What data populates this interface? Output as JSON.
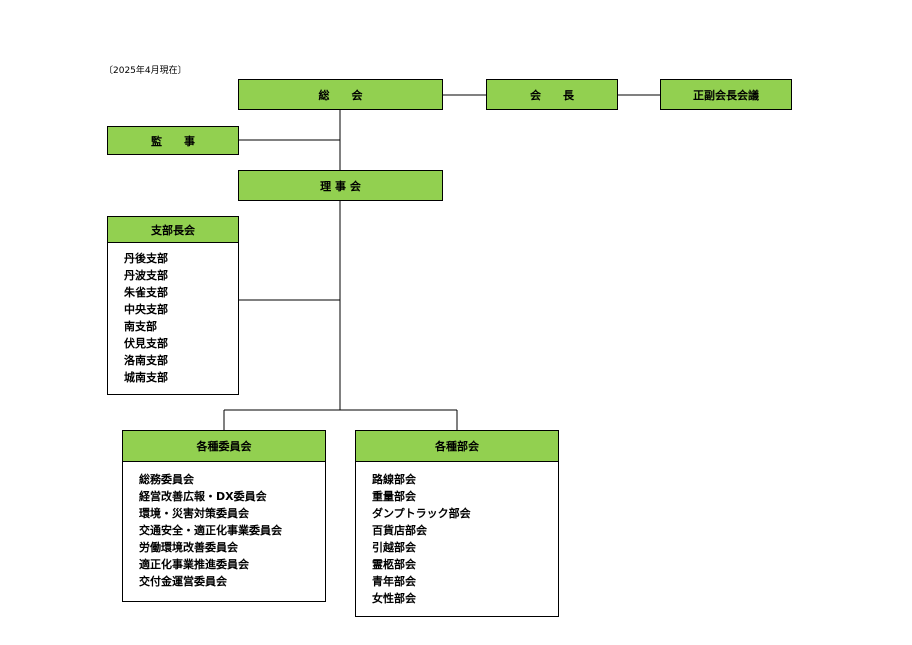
{
  "date_note": "〔2025年4月現在〕",
  "general_assembly": "総　　会",
  "chairman": "会　　長",
  "vice_chair_meeting": "正副会長会議",
  "auditor": "監　　事",
  "board": "理 事 会",
  "branch_council": {
    "title": "支部長会",
    "items": [
      "丹後支部",
      "丹波支部",
      "朱雀支部",
      "中央支部",
      "南支部",
      "伏見支部",
      "洛南支部",
      "城南支部"
    ]
  },
  "committees": {
    "title": "各種委員会",
    "items": [
      "総務委員会",
      "経営改善広報・DX委員会",
      "環境・災害対策委員会",
      "交通安全・適正化事業委員会",
      "労働環境改善委員会",
      "適正化事業推進委員会",
      "交付金運営委員会"
    ]
  },
  "divisions": {
    "title": "各種部会",
    "items": [
      "路線部会",
      "重量部会",
      "ダンプトラック部会",
      "百貨店部会",
      "引越部会",
      "霊柩部会",
      "青年部会",
      "女性部会"
    ]
  }
}
